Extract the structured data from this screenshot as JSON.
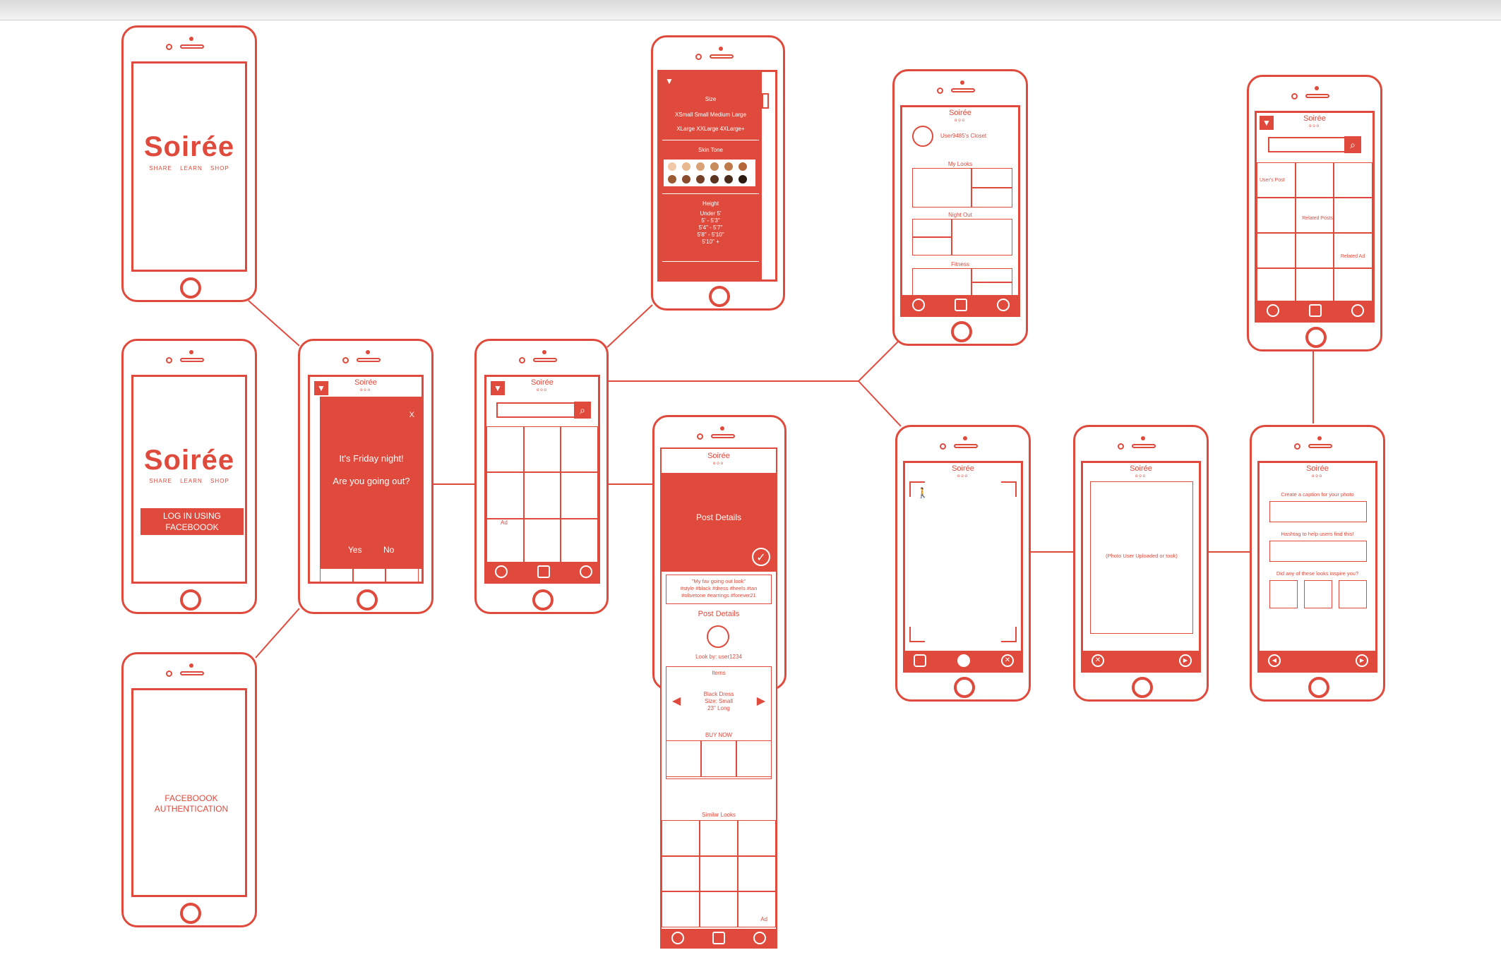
{
  "brand": {
    "name": "Soirée",
    "tagline": "SHARE   LEARN   SHOP",
    "small_name": "Soirée",
    "dots": "ooo"
  },
  "login": {
    "facebook_button": "LOG IN USING FACEBOOOK"
  },
  "auth": {
    "label": "FACEBOOOK AUTHENTICATION"
  },
  "popup": {
    "close": "X",
    "line1": "It's Friday night!",
    "line2": "Are you going out?",
    "yes": "Yes",
    "no": "No"
  },
  "filter_panel": {
    "size_title": "Size",
    "sizes_row1": "XSmall  Small  Medium  Large",
    "sizes_row2": "XLarge  XXLarge  4XLarge+",
    "skin_title": "Skin Tone",
    "skin_tones": [
      "#f2c9a8",
      "#e8b88f",
      "#d9a277",
      "#c98c5c",
      "#c0794a",
      "#b5673a",
      "#9c5a35",
      "#8a4c2d",
      "#744027",
      "#5d3420",
      "#4a2a1a",
      "#2c1a10"
    ],
    "height_title": "Height",
    "heights": [
      "Under 5'",
      "5' - 5'3\"",
      "5'4\" - 5'7\"",
      "5'8\" - 5'10\"",
      "5'10\" +"
    ]
  },
  "feed": {
    "ad": "Ad"
  },
  "closet": {
    "user": "User9485's Closet",
    "my_looks": "My Looks",
    "night_out": "Night Out",
    "fitness": "Fitness"
  },
  "search_results": {
    "users_post": "User's Post",
    "related_posts": "Related Posts",
    "related_ad": "Related Ad"
  },
  "post": {
    "header": "Post Details",
    "caption": "\"My fav going out look\"",
    "hashtags": "#style #black #dress #heels #tan #olivetone #earrings #forever21",
    "details_title": "Post Details",
    "look_by": "Look by: user1234",
    "items_title": "Items",
    "item_name": "Black Dress",
    "item_size": "Size: Small",
    "item_length": "23\" Long",
    "buy_now": "BUY NOW",
    "similar": "Similar Looks",
    "ad": "Ad"
  },
  "upload": {
    "photo_placeholder": "(Photo User Uploaded or took)"
  },
  "caption_form": {
    "caption_prompt": "Create a caption for your photo",
    "hashtag_prompt": "Hashtag to help users find this!",
    "inspire_prompt": "Did any of these looks inspire you?"
  },
  "colors": {
    "accent": "#e04a3c",
    "background": "#ffffff"
  },
  "icons": [
    "filter-icon",
    "search-icon",
    "home-icon",
    "camera-icon",
    "profile-icon",
    "checkmark-icon",
    "arrow-left-icon",
    "arrow-right-icon",
    "close-icon",
    "play-icon",
    "back-icon",
    "flip-camera-icon",
    "shutter-icon"
  ]
}
